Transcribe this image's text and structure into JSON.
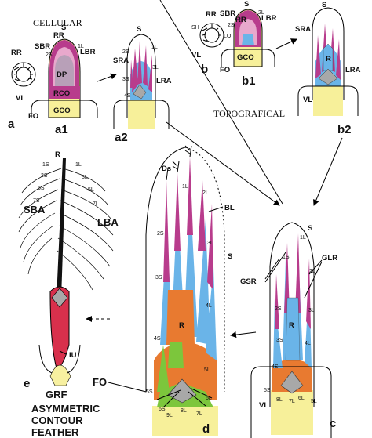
{
  "colors": {
    "yellow": "#f7f09a",
    "blue": "#6ab4e8",
    "magenta": "#b83c8c",
    "pink": "#e8a8cc",
    "orange": "#e87a30",
    "green": "#7cc63c",
    "grey": "#a8a8a8",
    "red": "#d8304c"
  },
  "headings": {
    "cellular": "CELLULAR",
    "topografical": "TOPOGRAFICAL"
  },
  "panels": {
    "a": "a",
    "a1": "a1",
    "a2": "a2",
    "b": "b",
    "b1": "b1",
    "b2": "b2",
    "c": "c",
    "d": "d",
    "e": "e"
  },
  "labels": {
    "RR": "RR",
    "VL": "VL",
    "SBR": "SBR",
    "LBR": "LBR",
    "S": "S",
    "DP": "DP",
    "RCO": "RCO",
    "GCO": "GCO",
    "FO": "FO",
    "SRA": "SRA",
    "LRA": "LRA",
    "R": "R",
    "SH": "SH",
    "LO": "LO",
    "Ds": "Ds",
    "BL": "BL",
    "GLR": "GLR",
    "GSR": "GSR",
    "SBA": "SBA",
    "LBA": "LBA",
    "IU": "IU",
    "GRF": "GRF",
    "s1": "1S",
    "s2": "2S",
    "s3": "3S",
    "s4": "4S",
    "s5": "5S",
    "s6": "6S",
    "s7": "7S",
    "l1": "1L",
    "l2": "2L",
    "l3": "3L",
    "l4": "4L",
    "l5": "5L",
    "l6": "6L",
    "l7": "7L",
    "l8": "8L",
    "l9": "9L"
  },
  "caption": [
    "ASYMMETRIC",
    "CONTOUR",
    "FEATHER"
  ]
}
